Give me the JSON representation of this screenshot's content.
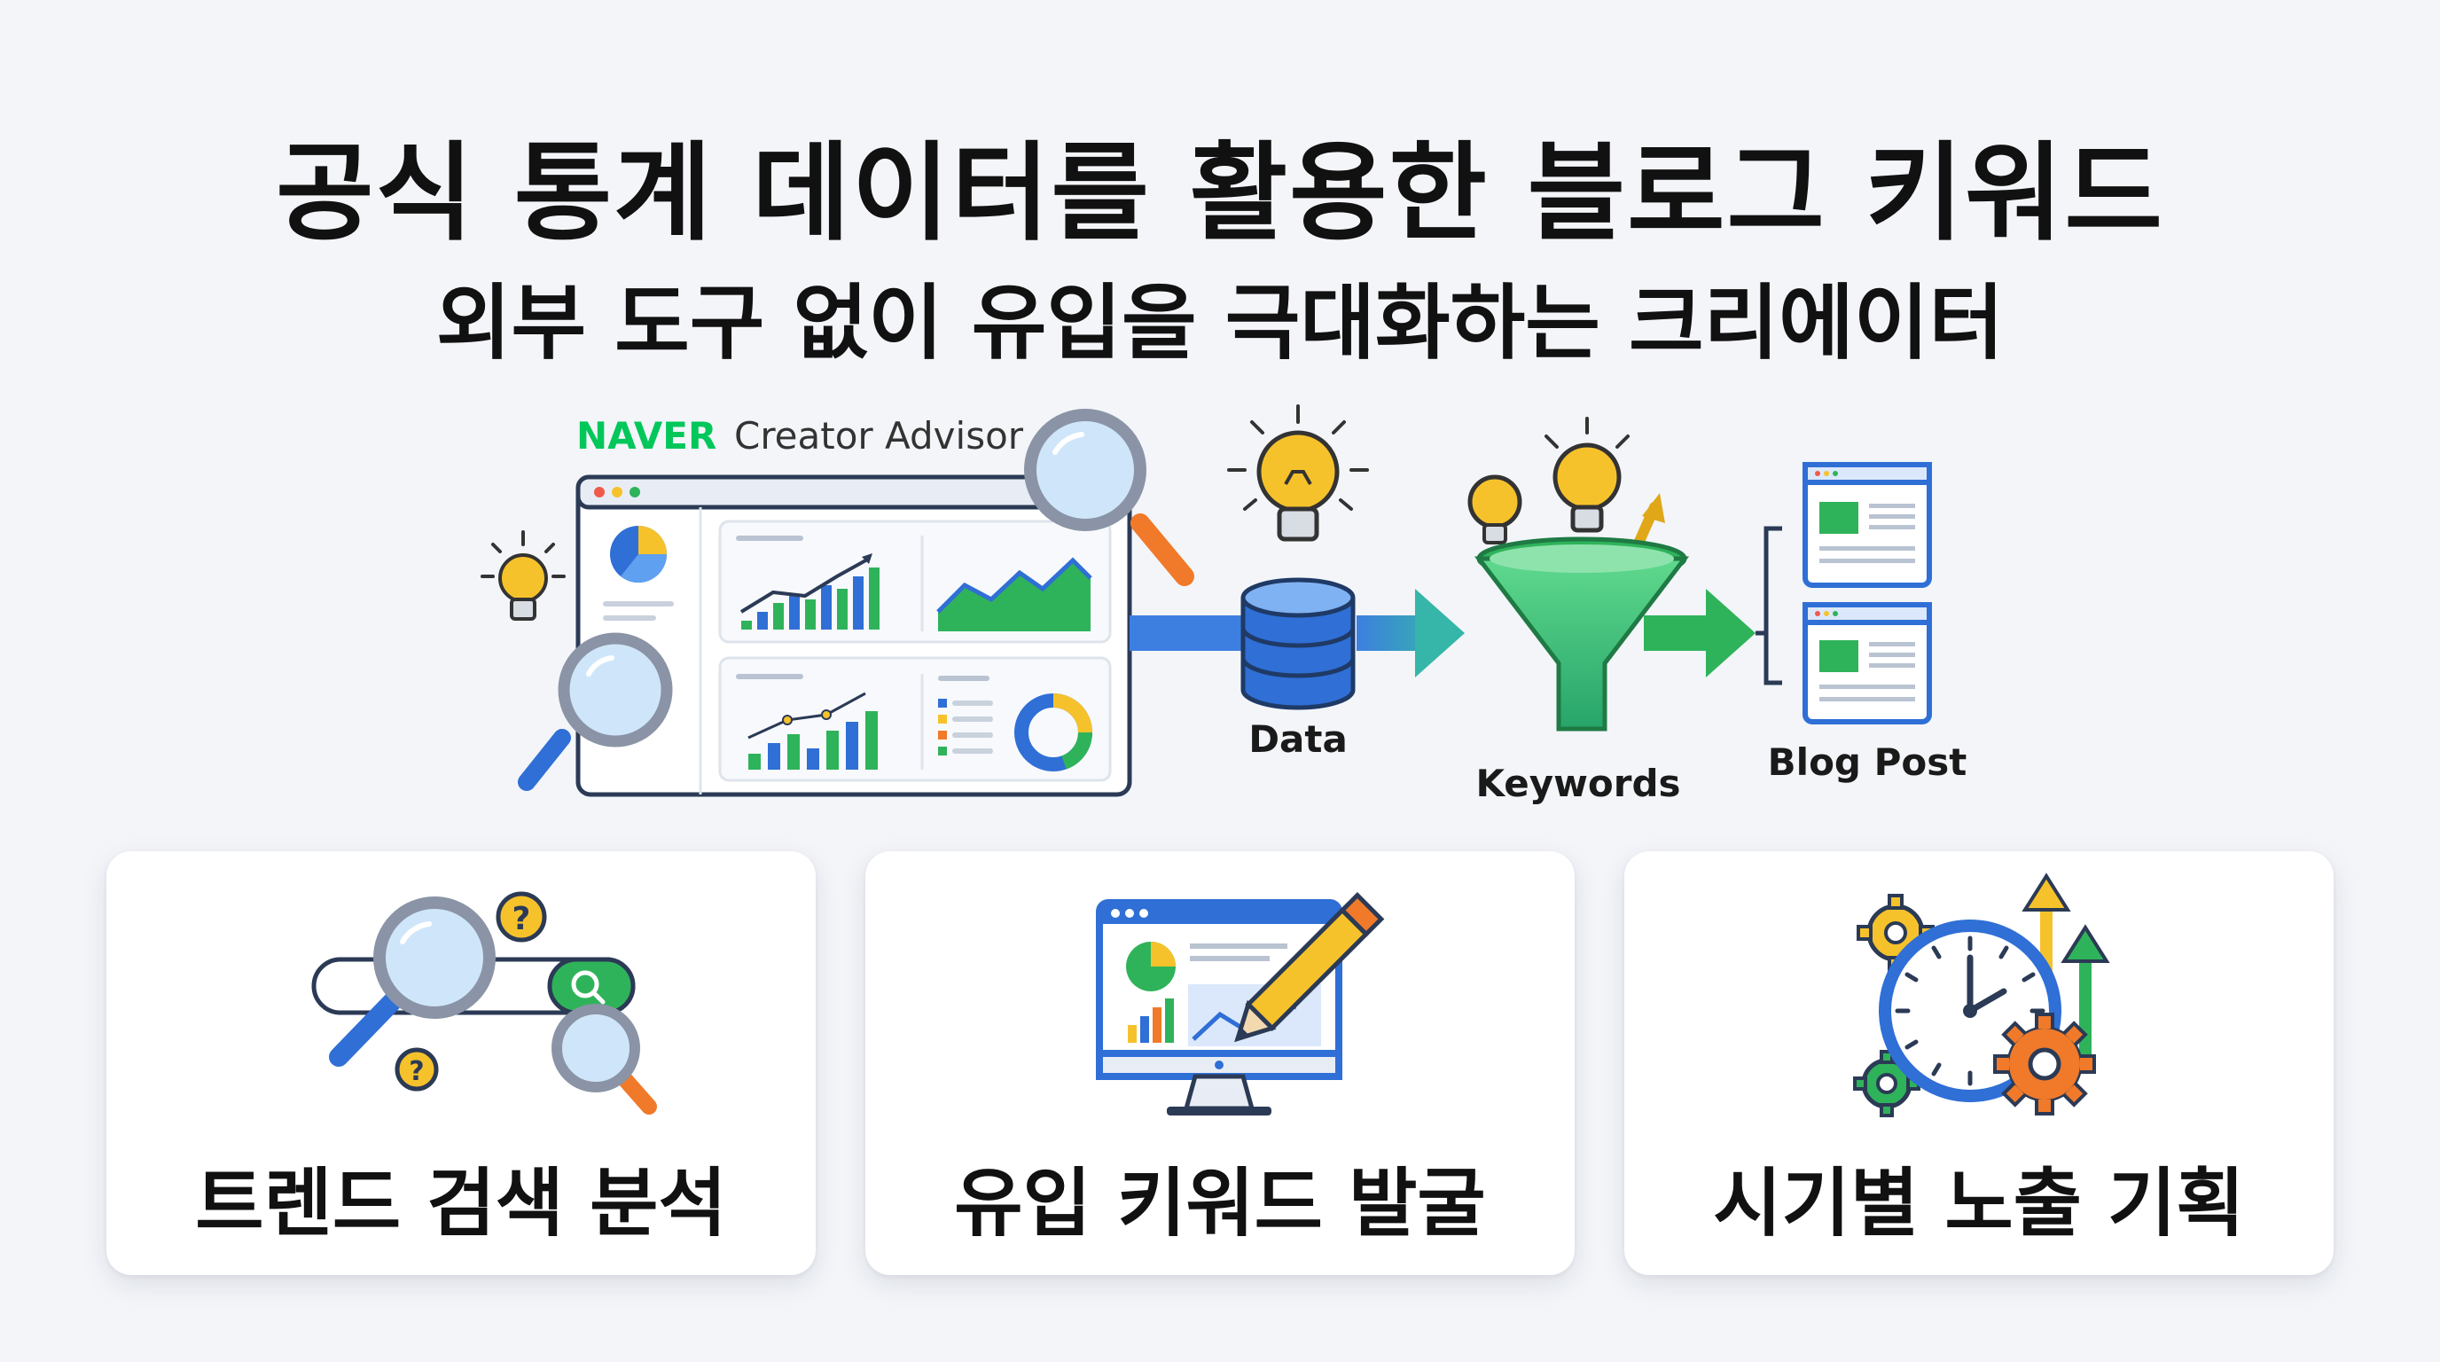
{
  "header": {
    "title": "공식 통계 데이터를 활용한 블로그 키워드",
    "subtitle": "외부 도구 없이 유입을 극대화하는 크리에이터"
  },
  "hero": {
    "brand": "NAVER",
    "brand_suffix": "Creator Advisor",
    "steps": {
      "data": "Data",
      "keywords": "Keywords",
      "blog_post": "Blog Post"
    }
  },
  "cards": [
    {
      "label": "트렌드 검색 분석",
      "icon": "magnifier-search-icon"
    },
    {
      "label": "유입 키워드 발굴",
      "icon": "monitor-chart-pencil-icon"
    },
    {
      "label": "시기별 노출 기획",
      "icon": "clock-gears-arrows-icon"
    }
  ],
  "colors": {
    "naver_green": "#03c75a",
    "blue": "#2f6fd6",
    "green": "#2fb35a",
    "yellow": "#f6c22b",
    "orange": "#f07a2a"
  }
}
